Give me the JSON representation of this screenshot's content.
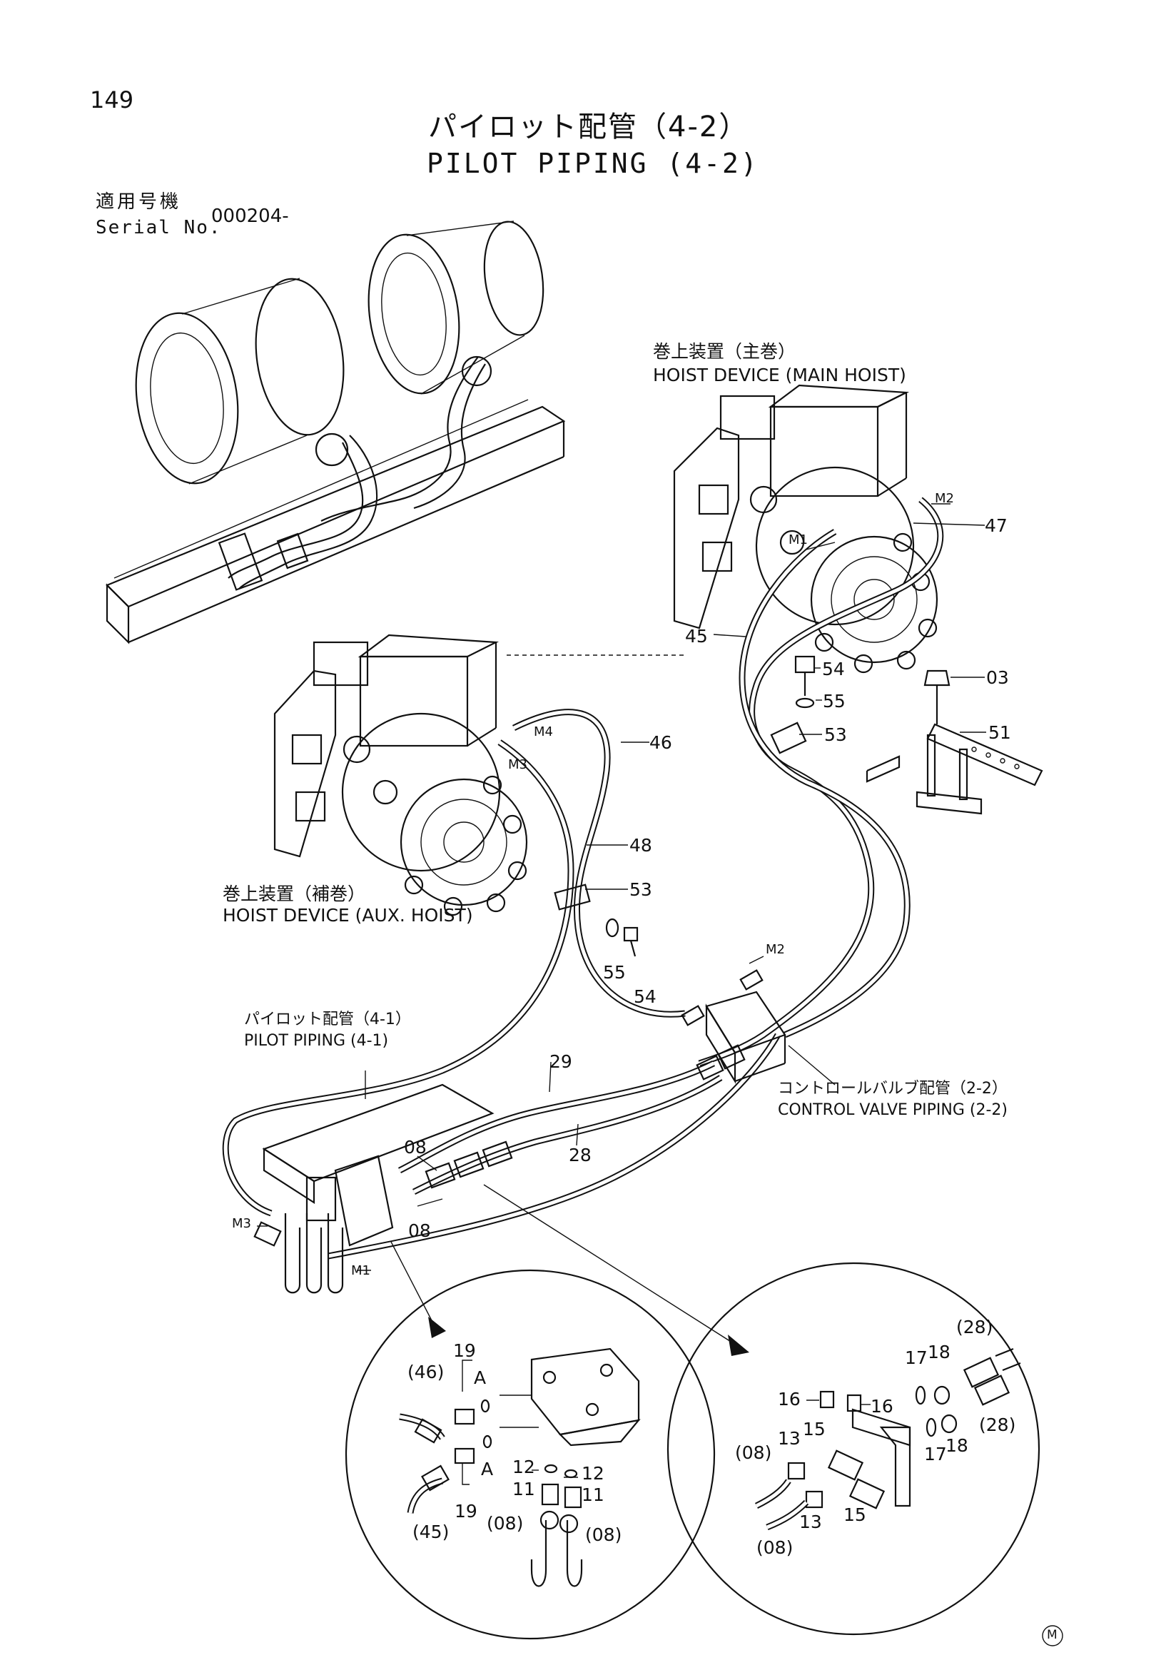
{
  "header": {
    "page_number": "149",
    "title_jp": "パイロット配管（4-2）",
    "title_en": "PILOT PIPING (4-2)",
    "serial_label_jp": "適用号機",
    "serial_label_en": "Serial No.",
    "serial_value": "000204-"
  },
  "assemblies": {
    "main_hoist_jp": "巻上装置（主巻）",
    "main_hoist_en": "HOIST DEVICE (MAIN HOIST)",
    "aux_hoist_jp": "巻上装置（補巻）",
    "aux_hoist_en": "HOIST DEVICE (AUX. HOIST)",
    "pilot_piping_jp": "パイロット配管（4-1）",
    "pilot_piping_en": "PILOT PIPING (4-1)",
    "control_valve_jp": "コントロールバルブ配管（2-2）",
    "control_valve_en": "CONTROL VALVE PIPING (2-2)"
  },
  "ports": {
    "m2_top": "M2",
    "m1_top": "M1",
    "m4": "M4",
    "m3": "M3",
    "m2_mid": "M2",
    "m3_left": "M3",
    "m1_left": "M1"
  },
  "part_numbers": {
    "p47": "47",
    "p45": "45",
    "p54_top": "54",
    "p55_top": "55",
    "p53_top": "53",
    "p03": "03",
    "p51": "51",
    "p46": "46",
    "p48": "48",
    "p53_mid": "53",
    "p55_mid": "55",
    "p54_mid": "54",
    "p29": "29",
    "p28": "28",
    "p08_a": "08",
    "p08_b": "08"
  },
  "detail_left": {
    "p46": "(46)",
    "p19_top": "19",
    "a_top": "A",
    "a_bottom": "A",
    "p12_left": "12",
    "p12_right": "12",
    "p11_left": "11",
    "p11_right": "11",
    "p19_bottom": "19",
    "p45": "(45)",
    "p08_left": "(08)",
    "p08_right": "(08)"
  },
  "detail_right": {
    "p28_top": "(28)",
    "p17_top": "17",
    "p18_top": "18",
    "p16_left": "16",
    "p16_right": "16",
    "p28_right": "(28)",
    "p13_top": "13",
    "p15_top": "15",
    "p08_top": "(08)",
    "p17_bottom": "17",
    "p18_bottom": "18",
    "p13_bottom": "13",
    "p15_bottom": "15",
    "p08_bottom": "(08)"
  },
  "footer": {
    "mark": "M"
  }
}
